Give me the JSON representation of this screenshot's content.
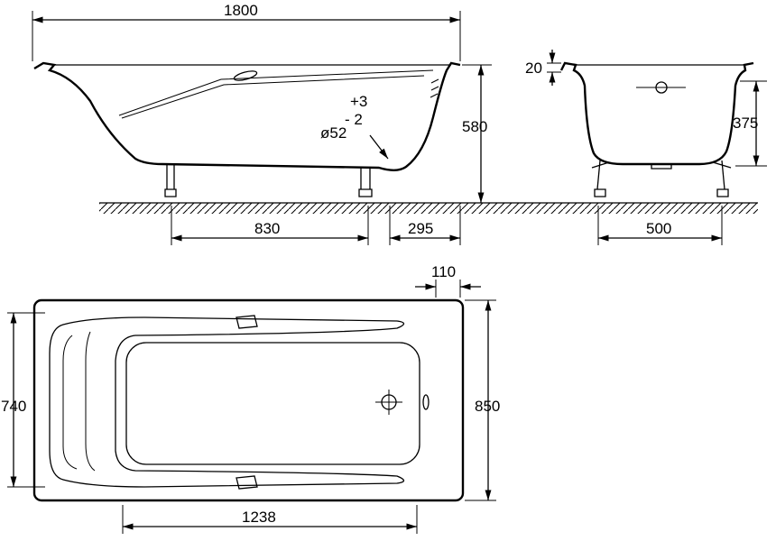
{
  "title": "Bathtub dimension drawing",
  "side_view": {
    "length": "1800",
    "height": "580",
    "leg_spacing": "830",
    "drain_offset": "295",
    "drain_diameter": "ø52",
    "tolerance_plus": "+3",
    "tolerance_minus": "- 2"
  },
  "end_view": {
    "rim": "20",
    "depth": "375",
    "leg_spacing": "500"
  },
  "top_view": {
    "rim_width": "110",
    "inner_width": "740",
    "outer_width": "850",
    "inner_length": "1238"
  }
}
